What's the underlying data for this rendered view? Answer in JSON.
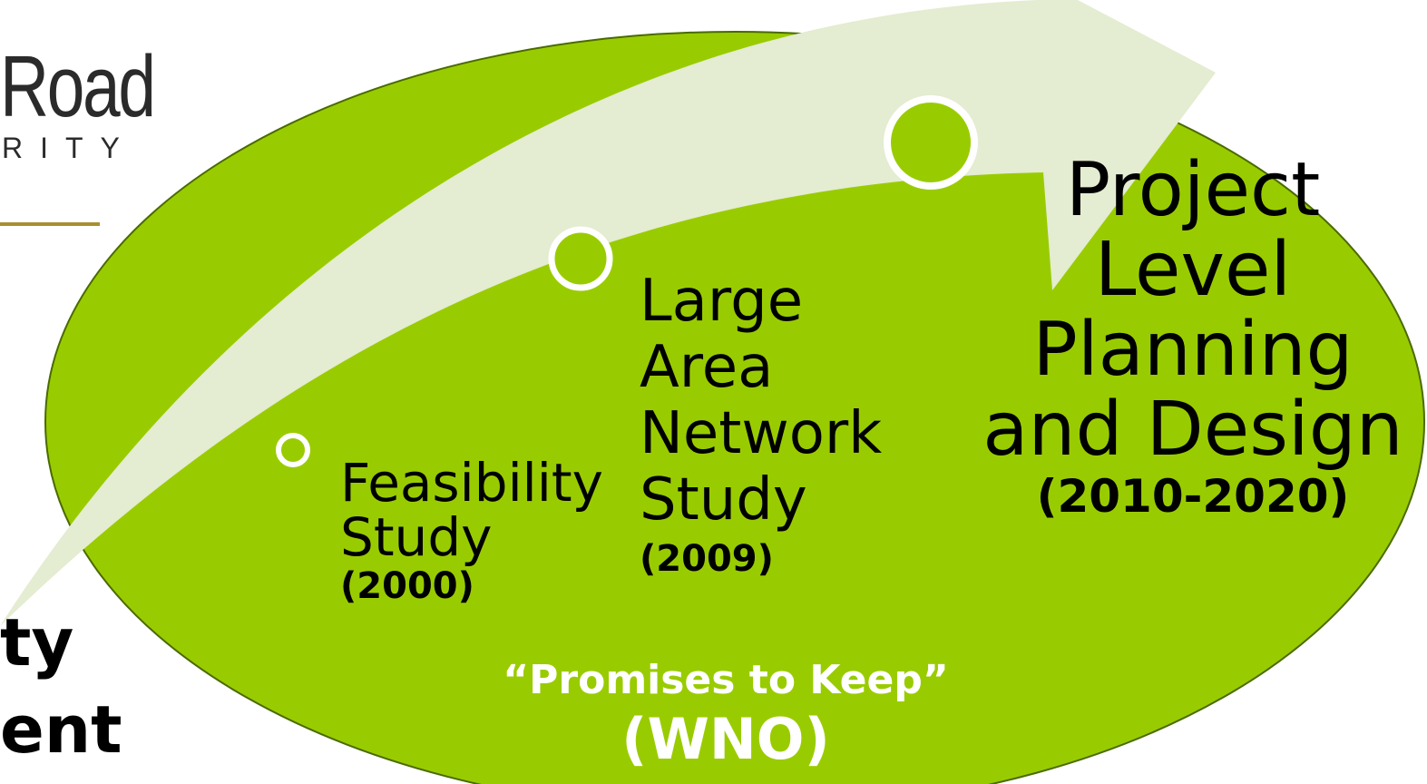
{
  "logo": {
    "word": "Road",
    "sub": "RITY"
  },
  "left_fragments": [
    "ty",
    "ent"
  ],
  "stages": [
    {
      "label_lines": [
        "Feasibility",
        "Study"
      ],
      "year": "(2000)"
    },
    {
      "label_lines": [
        "Large",
        "Area",
        "Network",
        "Study"
      ],
      "year": "(2009)"
    },
    {
      "label_lines": [
        "Project",
        "Level",
        "Planning",
        "and Design"
      ],
      "year": "(2010-2020)"
    }
  ],
  "footer": {
    "tagline": "“Promises to Keep”",
    "org": "(WNO)"
  },
  "colors": {
    "ellipse_fill": "#99cc00",
    "arrow_fill": "#e4ecd1",
    "circle_fill": "#99cc00",
    "circle_stroke": "#ffffff",
    "gold_rule": "#a89030",
    "text": "#000000",
    "footer_text": "#ffffff"
  }
}
